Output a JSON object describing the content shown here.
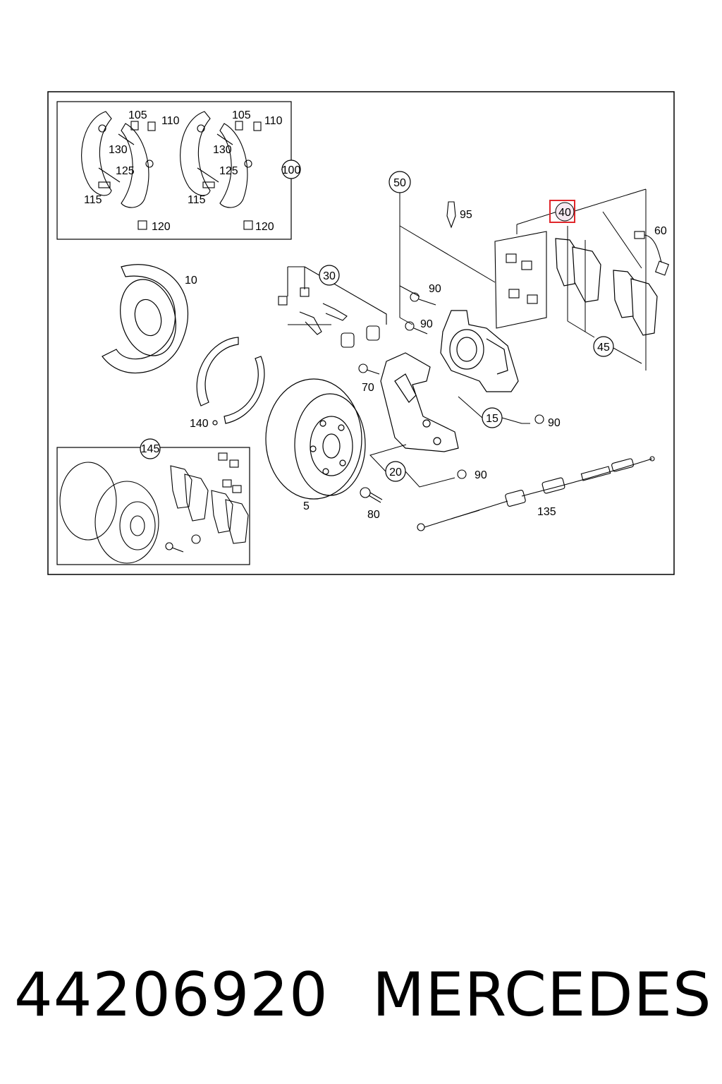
{
  "diagram": {
    "callouts": {
      "c5": "5",
      "c10": "10",
      "c15": "15",
      "c20": "20",
      "c30": "30",
      "c40": "40",
      "c45": "45",
      "c50": "50",
      "c60": "60",
      "c70": "70",
      "c80": "80",
      "c90a": "90",
      "c90b": "90",
      "c90c": "90",
      "c90d": "90",
      "c95": "95",
      "c100": "100",
      "c105a": "105",
      "c105b": "105",
      "c110a": "110",
      "c110b": "110",
      "c115a": "115",
      "c115b": "115",
      "c120a": "120",
      "c120b": "120",
      "c125a": "125",
      "c125b": "125",
      "c130a": "130",
      "c130b": "130",
      "c135": "135",
      "c140": "140",
      "c145": "145"
    },
    "highlight": {
      "callout": "40",
      "color": "#e0262b"
    }
  },
  "footer": {
    "part_number": "44206920",
    "brand": "MERCEDES"
  }
}
